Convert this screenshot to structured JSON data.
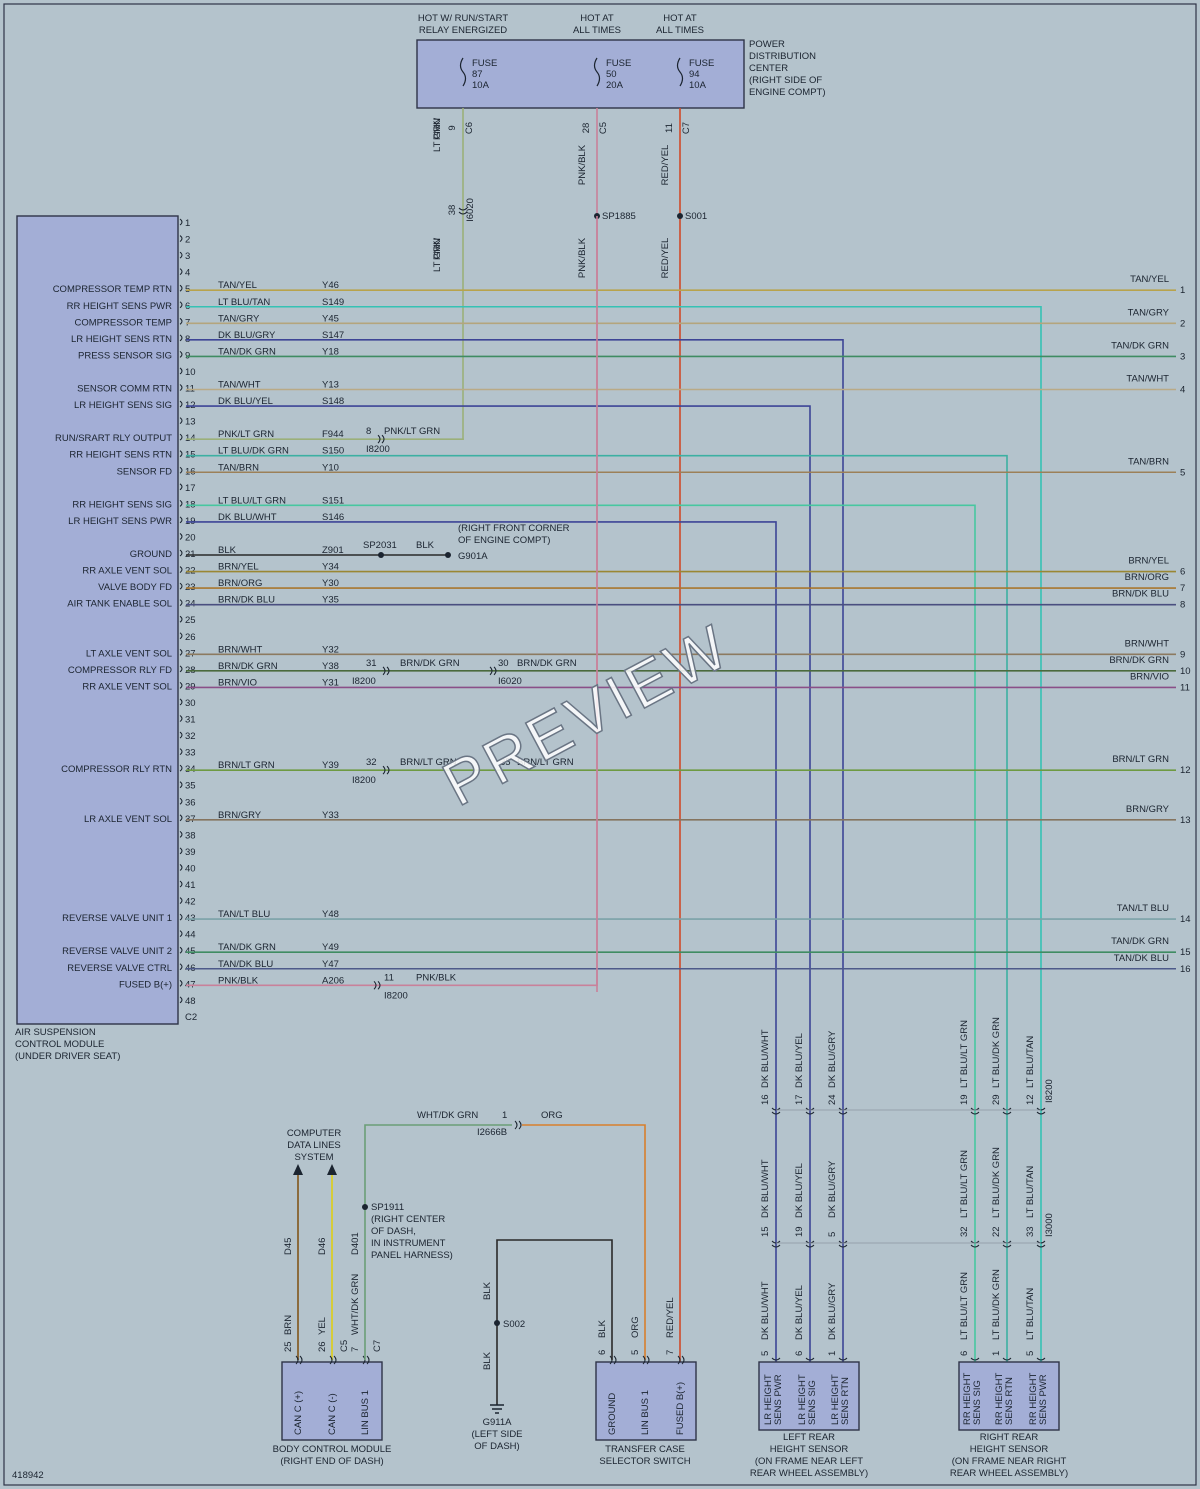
{
  "diagram_id": "418942",
  "watermark": "PREVIEW",
  "pdc": {
    "labels": [
      "POWER",
      "DISTRIBUTION",
      "CENTER",
      "(RIGHT SIDE OF",
      "ENGINE COMPT)"
    ],
    "headers": [
      [
        "HOT W/ RUN/START",
        "RELAY ENERGIZED"
      ],
      [
        "HOT AT",
        "ALL TIMES"
      ],
      [
        "HOT AT",
        "ALL TIMES"
      ]
    ],
    "fuses": [
      [
        "FUSE",
        "87",
        "10A"
      ],
      [
        "FUSE",
        "50",
        "20A"
      ],
      [
        "FUSE",
        "94",
        "10A"
      ]
    ],
    "pins": [
      [
        "9",
        "C6"
      ],
      [
        "28",
        "C5"
      ],
      [
        "11",
        "C7"
      ]
    ],
    "wires": [
      [
        "PNK/",
        "LT GRN"
      ],
      [
        "PNK/BLK"
      ],
      [
        "RED/YEL"
      ]
    ],
    "inline": [
      "38",
      "I6020"
    ],
    "wires2": [
      [
        "PNK/",
        "LT GRN"
      ],
      [
        "PNK/BLK"
      ],
      [
        "RED/YEL"
      ]
    ],
    "splices": [
      "SP1885",
      "S001"
    ]
  },
  "module": {
    "name": [
      "AIR SUSPENSION",
      "CONTROL MODULE",
      "(UNDER DRIVER SEAT)"
    ],
    "connector": "C2",
    "pins": [
      "1",
      "2",
      "3",
      "4",
      "5",
      "6",
      "7",
      "8",
      "9",
      "10",
      "11",
      "12",
      "13",
      "14",
      "15",
      "16",
      "17",
      "18",
      "19",
      "20",
      "21",
      "22",
      "23",
      "24",
      "25",
      "26",
      "27",
      "28",
      "29",
      "30",
      "31",
      "32",
      "33",
      "34",
      "35",
      "36",
      "37",
      "38",
      "39",
      "40",
      "41",
      "42",
      "43",
      "44",
      "45",
      "46",
      "47",
      "48"
    ],
    "functions": [
      {
        "pin": "5",
        "label": "COMPRESSOR TEMP RTN",
        "wire": "TAN/YEL",
        "circuit": "Y46"
      },
      {
        "pin": "6",
        "label": "RR HEIGHT SENS PWR",
        "wire": "LT BLU/TAN",
        "circuit": "S149"
      },
      {
        "pin": "7",
        "label": "COMPRESSOR TEMP",
        "wire": "TAN/GRY",
        "circuit": "Y45"
      },
      {
        "pin": "8",
        "label": "LR HEIGHT SENS RTN",
        "wire": "DK BLU/GRY",
        "circuit": "S147"
      },
      {
        "pin": "9",
        "label": "PRESS SENSOR SIG",
        "wire": "TAN/DK GRN",
        "circuit": "Y18"
      },
      {
        "pin": "11",
        "label": "SENSOR COMM RTN",
        "wire": "TAN/WHT",
        "circuit": "Y13"
      },
      {
        "pin": "12",
        "label": "LR HEIGHT SENS SIG",
        "wire": "DK BLU/YEL",
        "circuit": "S148"
      },
      {
        "pin": "14",
        "label": "RUN/SRART RLY OUTPUT",
        "wire": "PNK/LT GRN",
        "circuit": "F944"
      },
      {
        "pin": "15",
        "label": "RR HEIGHT SENS RTN",
        "wire": "LT BLU/DK GRN",
        "circuit": "S150"
      },
      {
        "pin": "16",
        "label": "SENSOR FD",
        "wire": "TAN/BRN",
        "circuit": "Y10"
      },
      {
        "pin": "18",
        "label": "RR HEIGHT SENS SIG",
        "wire": "LT BLU/LT GRN",
        "circuit": "S151"
      },
      {
        "pin": "19",
        "label": "LR HEIGHT SENS PWR",
        "wire": "DK BLU/WHT",
        "circuit": "S146"
      },
      {
        "pin": "21",
        "label": "GROUND",
        "wire": "BLK",
        "circuit": "Z901"
      },
      {
        "pin": "22",
        "label": "RR AXLE VENT SOL",
        "wire": "BRN/YEL",
        "circuit": "Y34"
      },
      {
        "pin": "23",
        "label": "VALVE BODY FD",
        "wire": "BRN/ORG",
        "circuit": "Y30"
      },
      {
        "pin": "24",
        "label": "AIR TANK ENABLE SOL",
        "wire": "BRN/DK BLU",
        "circuit": "Y35"
      },
      {
        "pin": "27",
        "label": "LT AXLE VENT SOL",
        "wire": "BRN/WHT",
        "circuit": "Y32"
      },
      {
        "pin": "28",
        "label": "COMPRESSOR RLY FD",
        "wire": "BRN/DK GRN",
        "circuit": "Y38"
      },
      {
        "pin": "29",
        "label": "RR AXLE VENT SOL",
        "wire": "BRN/VIO",
        "circuit": "Y31"
      },
      {
        "pin": "34",
        "label": "COMPRESSOR RLY RTN",
        "wire": "BRN/LT GRN",
        "circuit": "Y39"
      },
      {
        "pin": "37",
        "label": "LR AXLE VENT SOL",
        "wire": "BRN/GRY",
        "circuit": "Y33"
      },
      {
        "pin": "43",
        "label": "REVERSE VALVE UNIT 1",
        "wire": "TAN/LT BLU",
        "circuit": "Y48"
      },
      {
        "pin": "45",
        "label": "REVERSE VALVE UNIT 2",
        "wire": "TAN/DK GRN",
        "circuit": "Y49"
      },
      {
        "pin": "46",
        "label": "REVERSE VALVE CTRL",
        "wire": "TAN/DK BLU",
        "circuit": "Y47"
      },
      {
        "pin": "47",
        "label": "FUSED B(+)",
        "wire": "PNK/BLK",
        "circuit": "A206"
      }
    ]
  },
  "right_outputs": [
    {
      "wire": "TAN/YEL",
      "num": "1"
    },
    {
      "wire": "TAN/GRY",
      "num": "2"
    },
    {
      "wire": "TAN/DK GRN",
      "num": "3"
    },
    {
      "wire": "TAN/WHT",
      "num": "4"
    },
    {
      "wire": "TAN/BRN",
      "num": "5"
    },
    {
      "wire": "BRN/YEL",
      "num": "6"
    },
    {
      "wire": "BRN/ORG",
      "num": "7"
    },
    {
      "wire": "BRN/DK BLU",
      "num": "8"
    },
    {
      "wire": "BRN/WHT",
      "num": "9"
    },
    {
      "wire": "BRN/DK GRN",
      "num": "10"
    },
    {
      "wire": "BRN/VIO",
      "num": "11"
    },
    {
      "wire": "BRN/LT GRN",
      "num": "12"
    },
    {
      "wire": "BRN/GRY",
      "num": "13"
    },
    {
      "wire": "TAN/LT BLU",
      "num": "14"
    },
    {
      "wire": "TAN/DK GRN",
      "num": "15"
    },
    {
      "wire": "TAN/DK BLU",
      "num": "16"
    }
  ],
  "inline_connectors": {
    "pnk_lt_grn": [
      "8",
      "PNK/LT GRN",
      "I8200"
    ],
    "brn_dk_grn": [
      "31",
      "BRN/DK GRN",
      "I8200",
      "30",
      "BRN/DK GRN",
      "I6020"
    ],
    "brn_lt_grn": [
      "32",
      "BRN/LT GRN",
      "I8200",
      "35",
      "BRN/LT GRN"
    ],
    "pnk_blk": [
      "11",
      "PNK/BLK",
      "I8200"
    ]
  },
  "ground": {
    "splice": "SP2031",
    "wire": "BLK",
    "point": "G901A",
    "note": [
      "(RIGHT FRONT CORNER",
      "OF ENGINE COMPT)"
    ]
  },
  "sensor_wires": {
    "left": [
      [
        "16",
        "DK BLU/WHT"
      ],
      [
        "17",
        "DK BLU/YEL"
      ],
      [
        "24",
        "DK BLU/GRY"
      ]
    ],
    "right": [
      [
        "19",
        "LT BLU/LT GRN"
      ],
      [
        "29",
        "LT BLU/DK GRN"
      ],
      [
        "12",
        "LT BLU/TAN"
      ]
    ],
    "conn_top": "I8200",
    "left_mid": [
      [
        "15",
        "DK BLU/WHT"
      ],
      [
        "19",
        "DK BLU/YEL"
      ],
      [
        "5",
        "DK BLU/GRY"
      ]
    ],
    "right_mid": [
      [
        "32",
        "LT BLU/LT GRN"
      ],
      [
        "22",
        "LT BLU/DK GRN"
      ],
      [
        "33",
        "LT BLU/TAN"
      ]
    ],
    "conn_mid": "I3000",
    "left_bot": [
      [
        "5",
        "DK BLU/WHT"
      ],
      [
        "6",
        "DK BLU/YEL"
      ],
      [
        "1",
        "DK BLU/GRY"
      ]
    ],
    "right_bot": [
      [
        "6",
        "LT BLU/LT GRN"
      ],
      [
        "1",
        "LT BLU/DK GRN"
      ],
      [
        "5",
        "LT BLU/TAN"
      ]
    ]
  },
  "left_sensor": {
    "pins": [
      [
        "LR HEIGHT",
        "SENS PWR"
      ],
      [
        "LR HEIGHT",
        "SENS SIG"
      ],
      [
        "LR HEIGHT",
        "SENS RTN"
      ]
    ],
    "name": [
      "LEFT REAR",
      "HEIGHT SENSOR",
      "(ON FRAME NEAR LEFT",
      "REAR WHEEL ASSEMBLY)"
    ]
  },
  "right_sensor": {
    "pins": [
      [
        "RR HEIGHT",
        "SENS SIG"
      ],
      [
        "RR HEIGHT",
        "SENS RTN"
      ],
      [
        "RR HEIGHT",
        "SENS PWR"
      ]
    ],
    "name": [
      "RIGHT REAR",
      "HEIGHT SENSOR",
      "(ON FRAME NEAR RIGHT",
      "REAR WHEEL ASSEMBLY)"
    ]
  },
  "bcm": {
    "pins": [
      "CAN C (+)",
      "CAN C (-)",
      "LIN BUS 1"
    ],
    "pin_nums": [
      [
        "25",
        "BRN"
      ],
      [
        "26",
        "YEL"
      ],
      [
        "7",
        "WHT/DK GRN"
      ]
    ],
    "circuits": [
      "D45",
      "D46",
      "D401"
    ],
    "connectors": [
      "C5",
      "C7"
    ],
    "name": [
      "BODY CONTROL MODULE",
      "(RIGHT END OF DASH)"
    ],
    "data_lines": [
      "COMPUTER",
      "DATA LINES",
      "SYSTEM"
    ]
  },
  "lin": {
    "splice": [
      "SP1911",
      "(RIGHT CENTER",
      "OF DASH,",
      "IN INSTRUMENT",
      "PANEL HARNESS)"
    ],
    "wire": "WHT/DK GRN",
    "conn": [
      "1",
      "I2666B"
    ],
    "wire2": "ORG"
  },
  "tcs": {
    "pins": [
      "GROUND",
      "LIN BUS 1",
      "FUSED B(+)"
    ],
    "pin_nums": [
      [
        "6",
        "BLK"
      ],
      [
        "5",
        "ORG"
      ],
      [
        "7",
        "RED/YEL"
      ]
    ],
    "name": [
      "TRANSFER CASE",
      "SELECTOR SWITCH"
    ]
  },
  "ground2": {
    "wire": "BLK",
    "splice": "S002",
    "wire2": "BLK",
    "point": [
      "G911A",
      "(LEFT SIDE",
      "OF DASH)"
    ]
  },
  "colors": {
    "module_fill": "#a3aed6",
    "tan_yel": "#b8a34c",
    "lt_blu_tan": "#35c2b4",
    "tan_gry": "#b4a57d",
    "dk_blu": "#3d4596",
    "tan_dk_grn": "#3f8c62",
    "tan_wht": "#b9aa86",
    "pnk_lt_grn": "#9bb07a",
    "lt_blu_dk_grn": "#3cb0a2",
    "tan_brn": "#9c8058",
    "lt_blu_lt_grn": "#48c7a0",
    "blk": "#2a2a2a",
    "brn_yel": "#9a8733",
    "brn_org": "#a8772e",
    "brn_dk_blu": "#4a4f80",
    "brn_wht": "#8c7a60",
    "brn_dk_grn": "#4a6a3d",
    "brn_vio": "#8a4f88",
    "brn_lt_grn": "#6e9a42",
    "brn_gry": "#85745f",
    "tan_lt_blu": "#7ba2a8",
    "tan_dk_blu": "#4d5a8a",
    "pnk_blk": "#c9819a",
    "red_yel": "#cf4a2a",
    "org": "#d87f2c",
    "wht_dk_grn": "#6b9e77",
    "brn": "#8b6b3d",
    "yel": "#d6cc3a"
  }
}
